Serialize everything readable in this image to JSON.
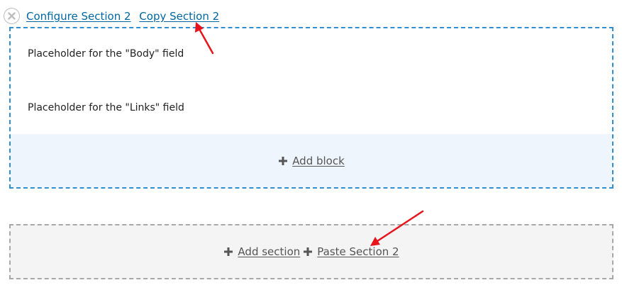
{
  "section": {
    "remove_icon": "close-icon",
    "configure_label": "Configure Section 2",
    "copy_label": "Copy Section 2",
    "fields": [
      {
        "label": "Placeholder for the \"Body\" field"
      },
      {
        "label": "Placeholder for the \"Links\" field"
      }
    ],
    "add_block_label": "Add block",
    "border_color": "#2f8fd0",
    "block_area_color": "#eef5fc"
  },
  "footer": {
    "add_section_label": "Add section",
    "paste_section_label": "Paste Section 2"
  },
  "colors": {
    "link": "#0066a1",
    "annotation_arrow": "#e8131b"
  }
}
